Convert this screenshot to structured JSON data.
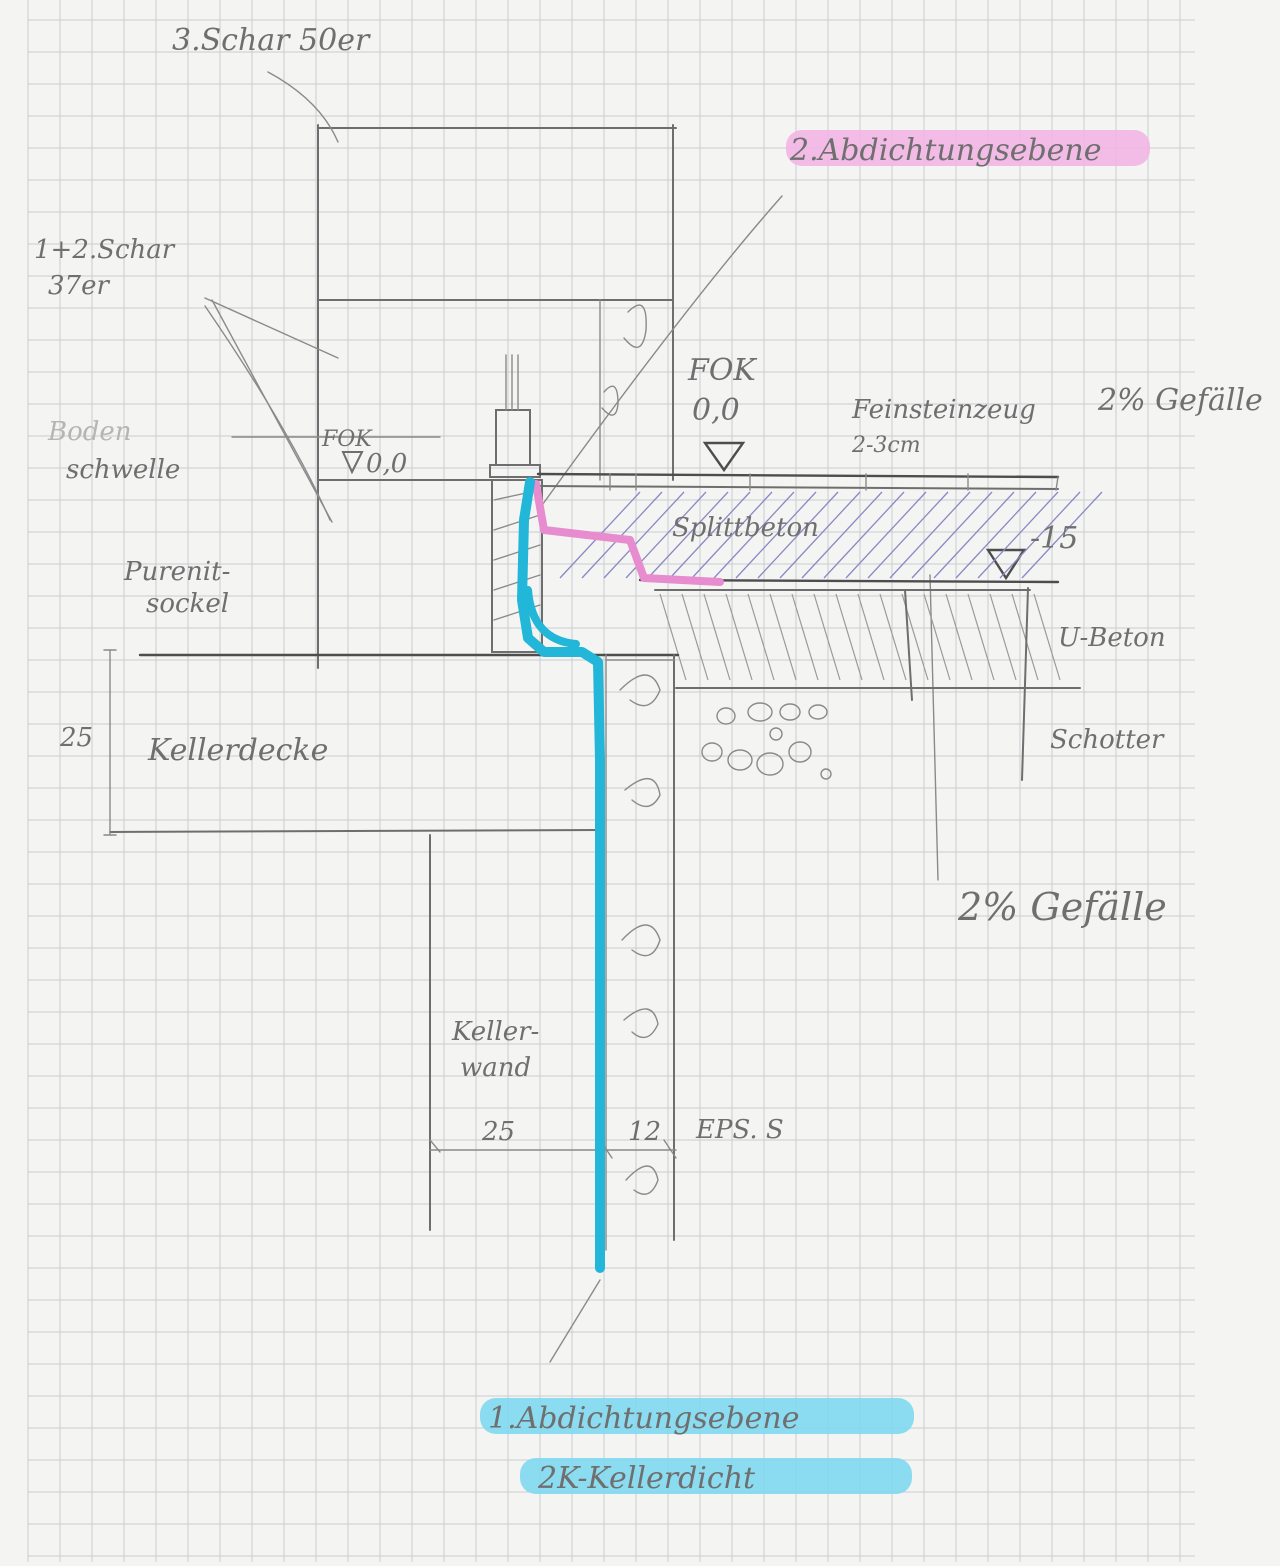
{
  "colors": {
    "paper": "#f4f4f2",
    "grid": "#c9cdd2",
    "pencil": "#6e6e6e",
    "pink_marker": "#e68ccf",
    "pink_highlight": "#f2b6e4",
    "cyan_marker": "#22b6d8",
    "cyan_highlight": "#7fd9ef",
    "hatch_blue": "#8a88c6"
  },
  "labels": {
    "schar3": "3.Schar 50er",
    "schar12_line1": "1+2.Schar",
    "schar12_line2": "37er",
    "bodenschwelle_line1": "Boden",
    "bodenschwelle_line2": "schwelle",
    "fok_left": "FOK",
    "fok_left_value": "0,0",
    "fok_right": "FOK",
    "fok_right_value": "0,0",
    "abdichtung2": "2.Abdichtungsebene",
    "feinsteinzeug_line1": "Feinsteinzeug",
    "feinsteinzeug_line2": "2-3cm",
    "gefaelle_top": "2% Gefälle",
    "splittbeton": "Splittbeton",
    "level_minus15": "-15",
    "purenit_line1": "Purenit-",
    "purenit_line2": "sockel",
    "ubeton": "U-Beton",
    "dim_25_left": "25",
    "kellerdecke": "Kellerdecke",
    "schotter": "Schotter",
    "gefaelle_bottom": "2% Gefälle",
    "kellerwand_line1": "Keller-",
    "kellerwand_line2": "wand",
    "dim_25_bottom": "25",
    "dim_12": "12",
    "eps": "EPS. S",
    "abdichtung1": "1.Abdichtungsebene",
    "kellerdicht": "2K-Kellerdicht"
  }
}
